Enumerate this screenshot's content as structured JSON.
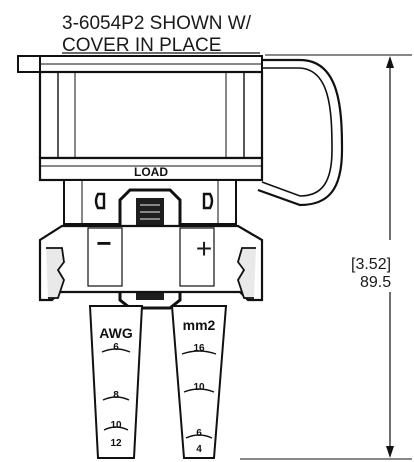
{
  "title": {
    "line1": "3-6054P2 SHOWN W/",
    "line2": "COVER IN PLACE"
  },
  "dimension": {
    "inches": "[3.52]",
    "mm": "89.5"
  },
  "body_labels": {
    "load": "LOAD",
    "minus": "−",
    "plus": "+"
  },
  "left_gauge": {
    "unit": "AWG",
    "marks": [
      "6",
      "8",
      "10",
      "12"
    ]
  },
  "right_gauge": {
    "unit": "mm2",
    "marks": [
      "16",
      "10",
      "6",
      "4"
    ]
  }
}
